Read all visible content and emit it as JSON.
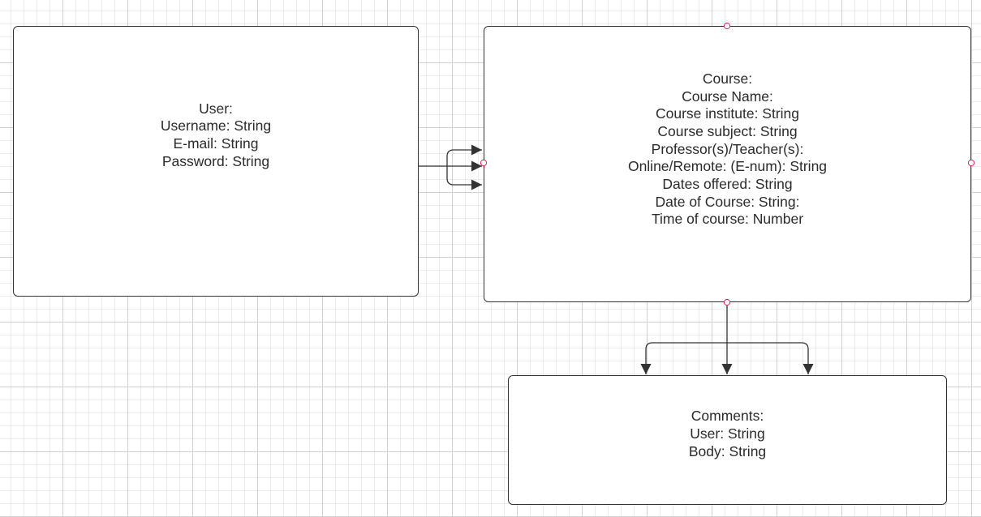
{
  "entities": {
    "user": {
      "title": "User:",
      "fields": [
        "Username: String",
        "E-mail: String",
        "Password: String"
      ]
    },
    "course": {
      "title": "Course:",
      "fields": [
        "Course Name:",
        "Course institute: String",
        "Course subject: String",
        "Professor(s)/Teacher(s):",
        "Online/Remote: (E-num): String",
        "Dates offered: String",
        "Date of Course: String:",
        "Time of course: Number"
      ]
    },
    "comments": {
      "title": "Comments:",
      "fields": [
        "User: String",
        "Body: String"
      ]
    }
  },
  "connectors": [
    {
      "from": "User",
      "to": "Course",
      "notation": "crow's foot (many)"
    },
    {
      "from": "Course",
      "to": "Comments",
      "notation": "crow's foot (many)"
    }
  ],
  "colors": {
    "line": "#333333",
    "selection_handle": "#e0244b",
    "grid_major": "#d2d2d2",
    "grid_minor": "#ececec"
  }
}
